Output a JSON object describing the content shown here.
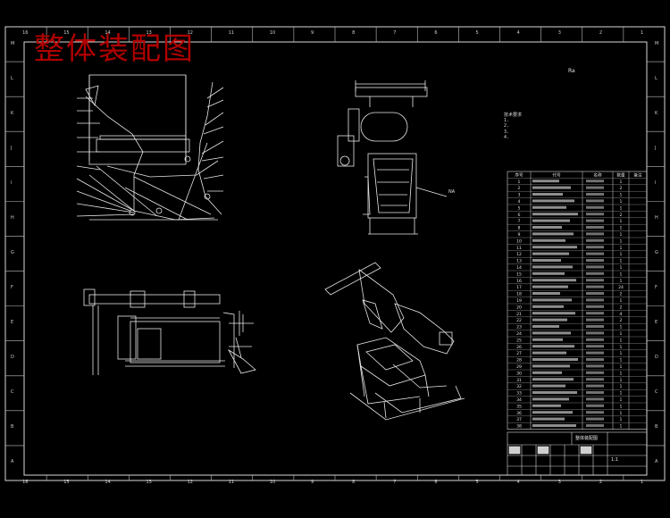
{
  "title": "整体装配图",
  "roughness_mark": "Ra",
  "tag_label": "NA",
  "grid": {
    "columns": [
      "16",
      "15",
      "14",
      "13",
      "12",
      "11",
      "10",
      "9",
      "8",
      "7",
      "6",
      "5",
      "4",
      "3",
      "2",
      "1"
    ],
    "rows": [
      "M",
      "L",
      "K",
      "J",
      "I",
      "H",
      "G",
      "F",
      "E",
      "D",
      "C",
      "B",
      "A"
    ]
  },
  "notes": [
    "技术要求",
    "1.",
    "2.",
    "3.",
    "4."
  ],
  "bom": {
    "header": [
      "序号",
      "代号",
      "名称",
      "数量",
      "备注"
    ],
    "rows": [
      {
        "no": "1",
        "code": "",
        "qty": "1"
      },
      {
        "no": "2",
        "code": "",
        "qty": "2"
      },
      {
        "no": "3",
        "code": "",
        "qty": "1"
      },
      {
        "no": "4",
        "code": "",
        "qty": "1"
      },
      {
        "no": "5",
        "code": "",
        "qty": "1"
      },
      {
        "no": "6",
        "code": "",
        "qty": "2"
      },
      {
        "no": "7",
        "code": "",
        "qty": "1"
      },
      {
        "no": "8",
        "code": "",
        "qty": "1"
      },
      {
        "no": "9",
        "code": "",
        "qty": "1"
      },
      {
        "no": "10",
        "code": "",
        "qty": "1"
      },
      {
        "no": "11",
        "code": "",
        "qty": "1"
      },
      {
        "no": "12",
        "code": "",
        "qty": "1"
      },
      {
        "no": "13",
        "code": "",
        "qty": "1"
      },
      {
        "no": "14",
        "code": "",
        "qty": "1"
      },
      {
        "no": "15",
        "code": "",
        "qty": "1"
      },
      {
        "no": "16",
        "code": "",
        "qty": "1"
      },
      {
        "no": "17",
        "code": "",
        "qty": "24"
      },
      {
        "no": "18",
        "code": "",
        "qty": "2"
      },
      {
        "no": "19",
        "code": "",
        "qty": "1"
      },
      {
        "no": "20",
        "code": "",
        "qty": "2"
      },
      {
        "no": "21",
        "code": "",
        "qty": "4"
      },
      {
        "no": "22",
        "code": "",
        "qty": "2"
      },
      {
        "no": "23",
        "code": "",
        "qty": "1"
      },
      {
        "no": "24",
        "code": "",
        "qty": "1"
      },
      {
        "no": "25",
        "code": "",
        "qty": "1"
      },
      {
        "no": "26",
        "code": "",
        "qty": "1"
      },
      {
        "no": "27",
        "code": "",
        "qty": "1"
      },
      {
        "no": "28",
        "code": "",
        "qty": "1"
      },
      {
        "no": "29",
        "code": "",
        "qty": "1"
      },
      {
        "no": "30",
        "code": "",
        "qty": "1"
      },
      {
        "no": "31",
        "code": "",
        "qty": "1"
      },
      {
        "no": "32",
        "code": "",
        "qty": "1"
      },
      {
        "no": "33",
        "code": "",
        "qty": "1"
      },
      {
        "no": "34",
        "code": "",
        "qty": "1"
      },
      {
        "no": "35",
        "code": "",
        "qty": "1"
      },
      {
        "no": "36",
        "code": "",
        "qty": "1"
      },
      {
        "no": "37",
        "code": "",
        "qty": "1"
      },
      {
        "no": "38",
        "code": "",
        "qty": "1"
      }
    ]
  },
  "title_block": {
    "name": "整体装配图",
    "scale": "1:1"
  }
}
